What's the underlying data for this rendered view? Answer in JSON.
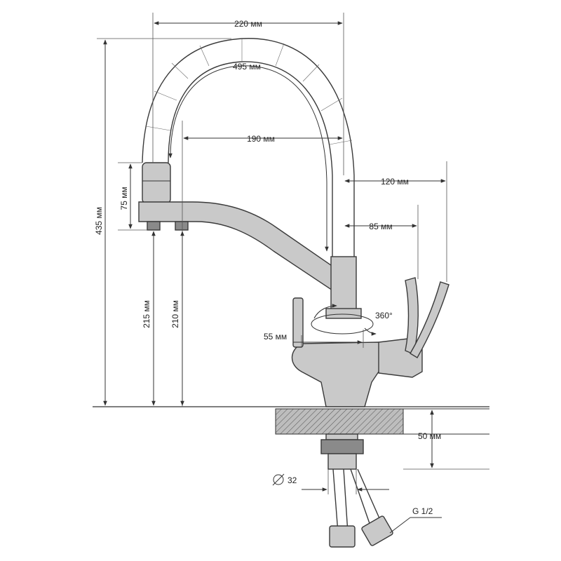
{
  "drawing": {
    "dimensions": {
      "total_width": "220 мм",
      "hose_length": "495 мм",
      "spout_reach": "190 мм",
      "handle_reach": "120 мм",
      "lever_reach": "85 мм",
      "head_height": "75 мм",
      "total_height": "435 мм",
      "spout_height_1": "215 мм",
      "spout_height_2": "210 мм",
      "swivel": "360°",
      "body_offset": "55 мм",
      "mount_depth": "50 мм",
      "hole_diameter": "32",
      "thread": "G 1/2"
    },
    "colors": {
      "line": "#333333",
      "body_fill": "#c9c9c9",
      "hatch_fill": "#8a8a8a"
    }
  }
}
